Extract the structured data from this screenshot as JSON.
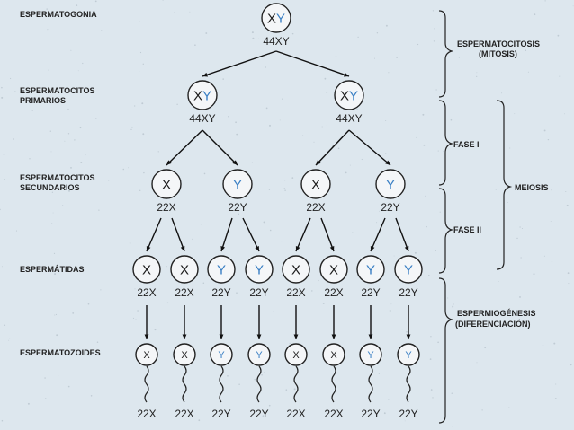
{
  "colors": {
    "x_chromosome": "#1a1a1a",
    "y_chromosome": "#3a7fc4",
    "background": "#dde7ee"
  },
  "stages": {
    "espermatogonia": "ESPERMATOGONIA",
    "primarios_1": "ESPERMATOCITOS",
    "primarios_2": "PRIMARIOS",
    "secundarios_1": "ESPERMATOCITOS",
    "secundarios_2": "SECUNDARIOS",
    "espermatidas": "ESPERMÁTIDAS",
    "espermatozoides": "ESPERMATOZOIDES"
  },
  "phases": {
    "espermatocitosis_1": "ESPERMATOCITOSIS",
    "espermatocitosis_2": "(MITOSIS)",
    "fase1": "FASE I",
    "fase2": "FASE II",
    "meiosis": "MEIOSIS",
    "espermiogenesis_1": "ESPERMIOGÉNESIS",
    "espermiogenesis_2": "(DIFERENCIACIÓN)"
  },
  "levels": {
    "espermatogonia": {
      "cells": [
        {
          "x": "X",
          "y": "Y",
          "caption": "44XY"
        }
      ]
    },
    "primarios": {
      "cells": [
        {
          "x": "X",
          "y": "Y",
          "caption": "44XY"
        },
        {
          "x": "X",
          "y": "Y",
          "caption": "44XY"
        }
      ]
    },
    "secundarios": {
      "cells": [
        {
          "x": "X",
          "y": "",
          "caption": "22X"
        },
        {
          "x": "",
          "y": "Y",
          "caption": "22Y"
        },
        {
          "x": "X",
          "y": "",
          "caption": "22X"
        },
        {
          "x": "",
          "y": "Y",
          "caption": "22Y"
        }
      ]
    },
    "espermatidas": {
      "cells": [
        {
          "x": "X",
          "y": "",
          "caption": "22X"
        },
        {
          "x": "X",
          "y": "",
          "caption": "22X"
        },
        {
          "x": "",
          "y": "Y",
          "caption": "22Y"
        },
        {
          "x": "",
          "y": "Y",
          "caption": "22Y"
        },
        {
          "x": "X",
          "y": "",
          "caption": "22X"
        },
        {
          "x": "X",
          "y": "",
          "caption": "22X"
        },
        {
          "x": "",
          "y": "Y",
          "caption": "22Y"
        },
        {
          "x": "",
          "y": "Y",
          "caption": "22Y"
        }
      ]
    },
    "espermatozoides": {
      "cells": [
        {
          "x": "X",
          "y": "",
          "caption": "22X"
        },
        {
          "x": "X",
          "y": "",
          "caption": "22X"
        },
        {
          "x": "",
          "y": "Y",
          "caption": "22Y"
        },
        {
          "x": "",
          "y": "Y",
          "caption": "22Y"
        },
        {
          "x": "X",
          "y": "",
          "caption": "22X"
        },
        {
          "x": "X",
          "y": "",
          "caption": "22X"
        },
        {
          "x": "",
          "y": "Y",
          "caption": "22Y"
        },
        {
          "x": "",
          "y": "Y",
          "caption": "22Y"
        }
      ]
    }
  }
}
